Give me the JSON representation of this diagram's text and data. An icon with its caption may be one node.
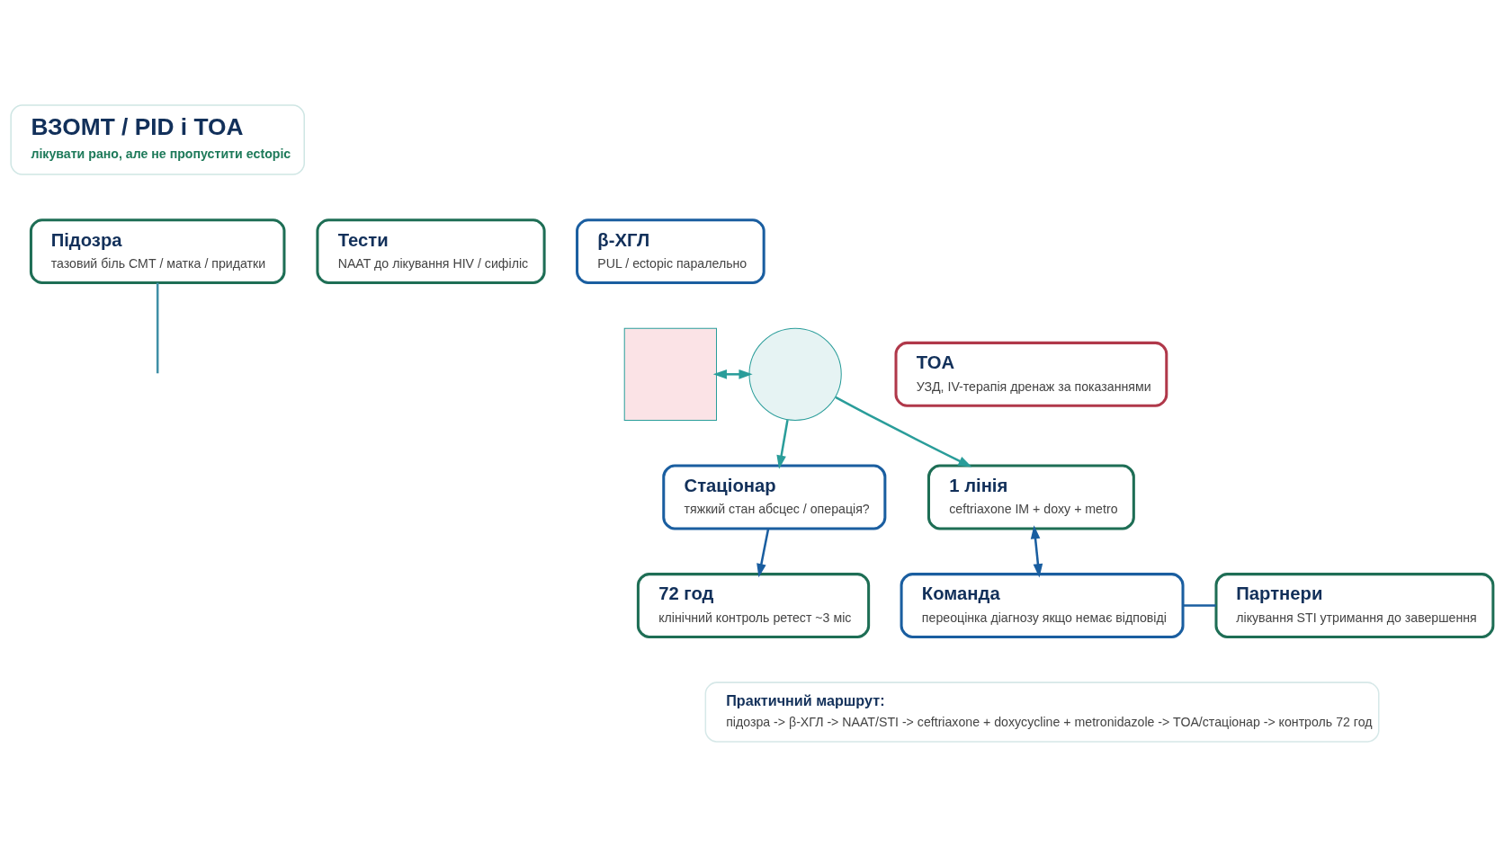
{
  "diagram": {
    "nodes": [
      {
        "text": [
          "ВЗОМТ / PID і TOA",
          "лікувати рано, але не пропустити ectopic"
        ]
      },
      {
        "text": [
          "Підозра",
          "тазовий біль СМТ / матка / придатки"
        ]
      },
      {
        "text": [
          "Тести",
          "NAAT до лікування HIV / сифіліс"
        ]
      },
      {
        "text": [
          "β-ХГЛ",
          "PUL / ectopic паралельно"
        ]
      },
      {
        "text": [
          "TOA",
          "УЗД, IV-терапія дренаж за показаннями"
        ]
      },
      {
        "text": [],
        "shape": "box"
      },
      {
        "text": [],
        "shape": "circle"
      },
      {
        "text": [
          "1 лінія",
          "ceftriaxone IM + doxy + metro"
        ]
      },
      {
        "text": [
          "Стаціонар",
          "тяжкий стан абсцес / операція?"
        ]
      },
      {
        "text": [
          "Команда",
          "переоцінка діагнозу якщо немає відповіді"
        ]
      },
      {
        "text": [
          "Партнери",
          "лікування STI утримання до завершення"
        ]
      },
      {
        "text": [
          "72 год",
          "клінічний контроль ретест ~3 міс"
        ]
      },
      {
        "text": [
          "Практичний маршрут:",
          "підозра -> β-ХГЛ -> NAAT/STI -> ceftriaxone + doxycycline + metronidazole -> TOA/стаціонар -> контроль 72 год"
        ]
      }
    ],
    "edges": [
      {
        "from": 5,
        "to": 6,
        "arrow": "both",
        "color": "#2a9d9a"
      },
      {
        "from": 6,
        "to": 7,
        "arrow": "to",
        "color": "#2a9d9a"
      },
      {
        "from": 6,
        "to": 8,
        "arrow": "to",
        "color": "#2a9d9a"
      },
      {
        "from": 9,
        "to": 7,
        "arrow": "both"
      },
      {
        "from": 8,
        "to": 11,
        "arrow": "to"
      },
      {
        "from": 9,
        "to": 10,
        "arrow": "none"
      },
      {
        "from": 1,
        "to": null,
        "arrow": "none",
        "color": "#3f8fa6"
      }
    ]
  }
}
